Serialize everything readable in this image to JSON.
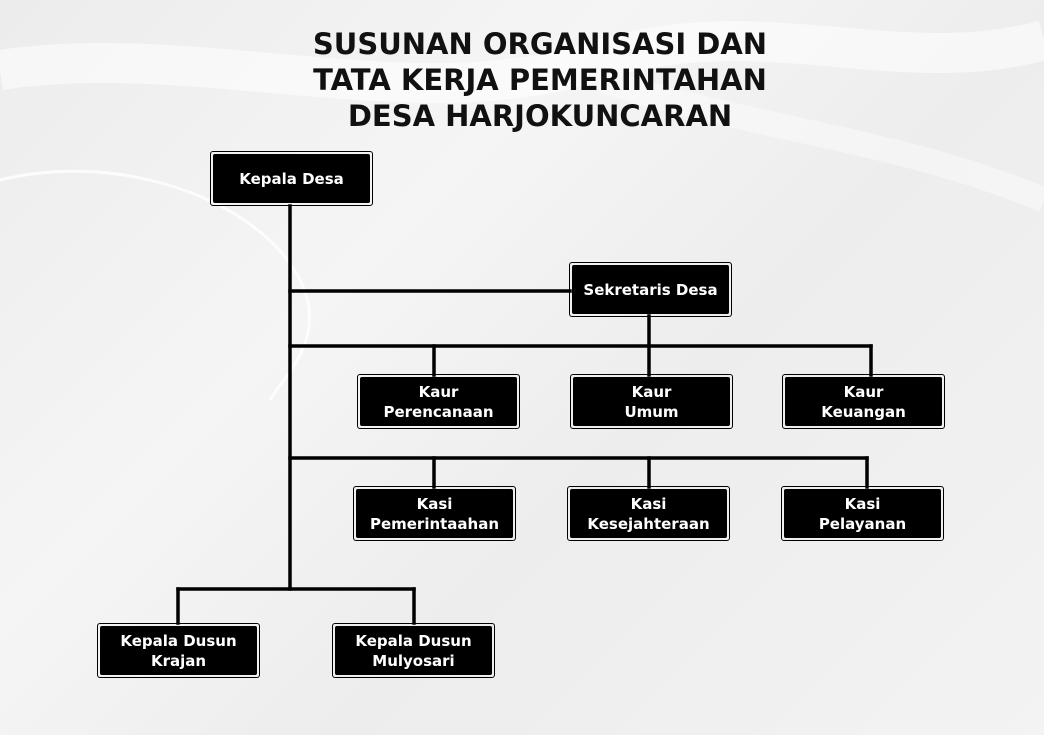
{
  "title": {
    "line1": "SUSUNAN ORGANISASI DAN",
    "line2": "TATA KERJA PEMERINTAHAN",
    "line3": "DESA HARJOKUNCARAN"
  },
  "nodes": {
    "kepala_desa": {
      "line1": "Kepala Desa"
    },
    "sekretaris_desa": {
      "line1": "Sekretaris Desa"
    },
    "kaur_perencanaan": {
      "line1": "Kaur",
      "line2": "Perencanaan"
    },
    "kaur_umum": {
      "line1": "Kaur",
      "line2": "Umum"
    },
    "kaur_keuangan": {
      "line1": "Kaur",
      "line2": "Keuangan"
    },
    "kasi_pemerintaahan": {
      "line1": "Kasi",
      "line2": "Pemerintaahan"
    },
    "kasi_kesejahteraan": {
      "line1": "Kasi",
      "line2": "Kesejahteraan"
    },
    "kasi_pelayanan": {
      "line1": "Kasi",
      "line2": "Pelayanan"
    },
    "kadus_krajan": {
      "line1": "Kepala Dusun",
      "line2": "Krajan"
    },
    "kadus_mulyosari": {
      "line1": "Kepala Dusun",
      "line2": "Mulyosari"
    }
  },
  "colors": {
    "box_fill": "#000000",
    "box_text": "#ffffff",
    "line": "#000000"
  }
}
